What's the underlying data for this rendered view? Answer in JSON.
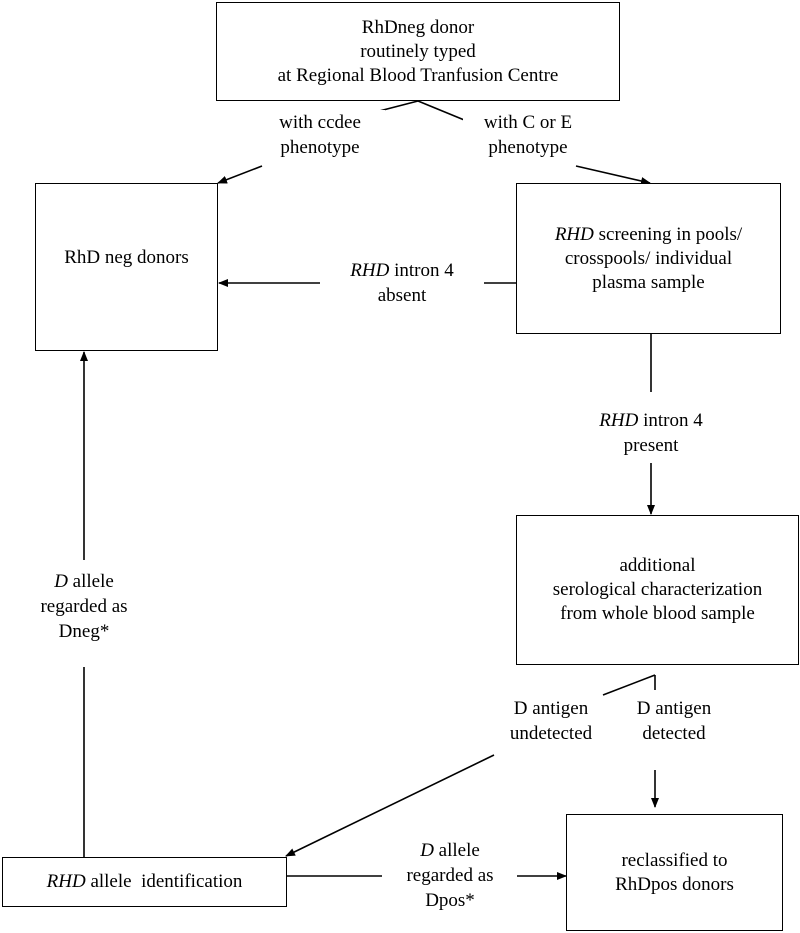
{
  "boxes": {
    "top": {
      "lines": [
        "RhDneg donor",
        "routinely typed",
        "at Regional Blood Tranfusion Centre"
      ]
    },
    "neg": {
      "lines": [
        "RhD neg donors"
      ]
    },
    "screen": {
      "italic": "RHD",
      "first_rest": " screening in pools/",
      "lines": [
        "crosspools/ individual",
        "plasma sample"
      ]
    },
    "additional": {
      "lines": [
        "additional",
        "serological characterization",
        "from whole blood sample"
      ]
    },
    "allele": {
      "italic": "RHD",
      "rest": " allele  identification"
    },
    "reclass": {
      "lines": [
        "reclassified to",
        "RhDpos donors"
      ]
    }
  },
  "labels": {
    "ccdee": [
      "with ccdee",
      "phenotype"
    ],
    "ce": [
      "with C or E",
      "phenotype"
    ],
    "intron_absent": {
      "italic": "RHD",
      "rest": " intron 4",
      "line2": "absent"
    },
    "intron_present": {
      "italic": "RHD",
      "rest": " intron 4",
      "line2": "present"
    },
    "undetected": [
      "D antigen",
      "undetected"
    ],
    "detected": [
      "D antigen",
      "detected"
    ],
    "dneg": {
      "italic": "D",
      "rest": " allele",
      "lines": [
        "regarded as",
        "Dneg*"
      ]
    },
    "dpos": {
      "italic": "D",
      "rest": " allele",
      "lines": [
        "regarded as",
        "Dpos*"
      ]
    }
  }
}
